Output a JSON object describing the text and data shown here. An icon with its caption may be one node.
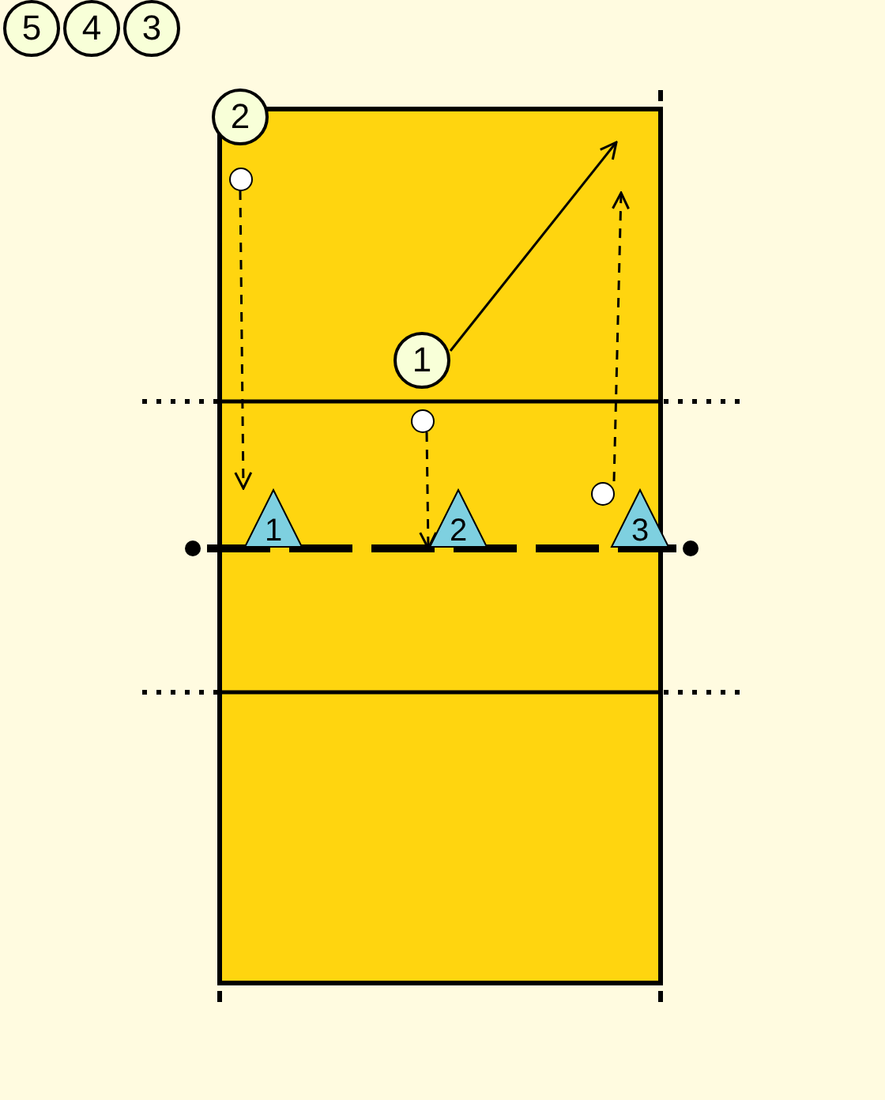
{
  "diagram": {
    "nodes": [
      {
        "text": [
          "5"
        ]
      },
      {
        "text": [
          "4"
        ]
      },
      {
        "text": [
          "3"
        ]
      },
      {
        "text": [
          "2"
        ]
      },
      {
        "text": [],
        "shape": "circle"
      },
      {
        "text": [
          "1"
        ]
      },
      {
        "text": [],
        "shape": "circle"
      },
      {
        "text": [],
        "shape": "circle"
      },
      {
        "text": [
          "1"
        ]
      },
      {
        "text": [
          "2"
        ]
      },
      {
        "text": [
          "3"
        ]
      }
    ],
    "edges": [
      {
        "from": 4,
        "to": 8,
        "arrow": "to",
        "style": "dashed"
      },
      {
        "from": 5,
        "to": null,
        "arrow": "to"
      },
      {
        "from": 6,
        "to": 9,
        "arrow": "to",
        "style": "dashed"
      },
      {
        "from": 7,
        "to": null,
        "arrow": "to",
        "style": "dashed"
      }
    ]
  }
}
